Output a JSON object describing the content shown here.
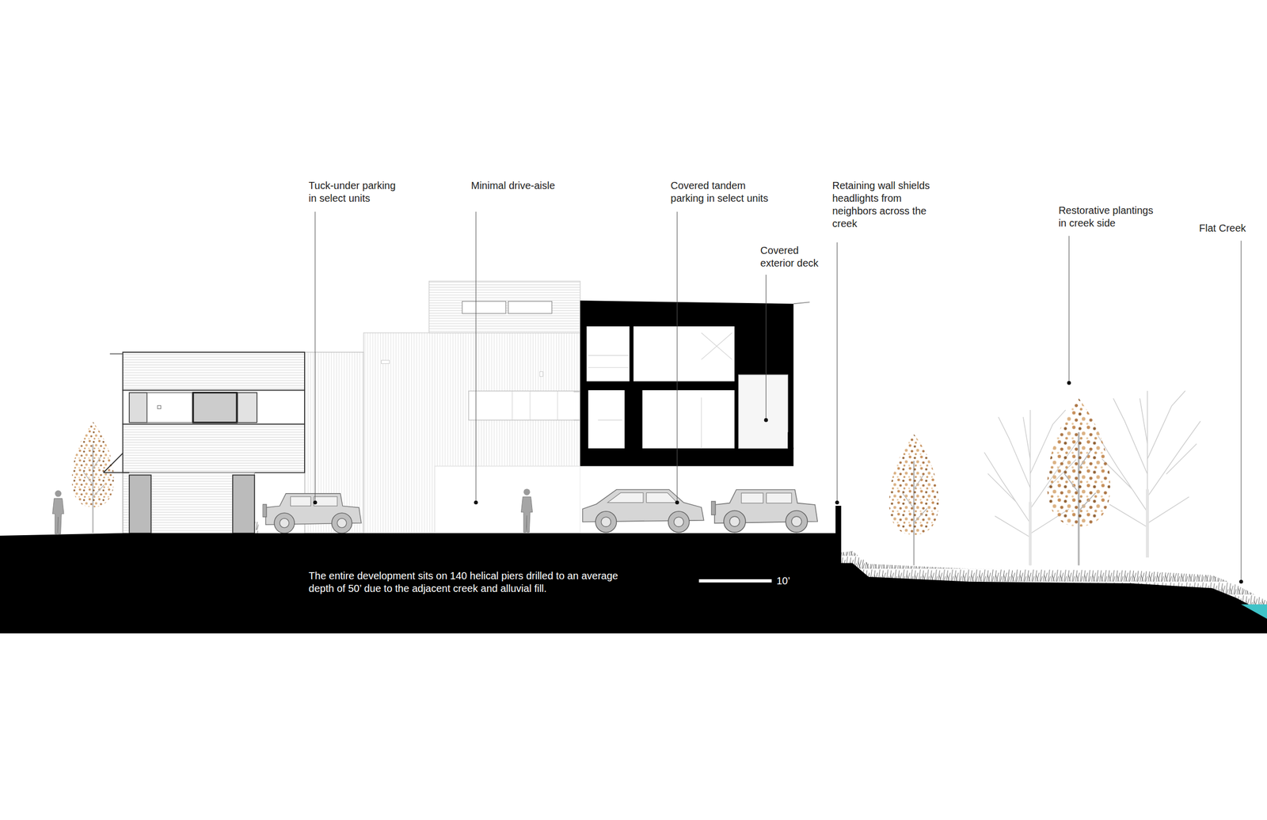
{
  "diagram": {
    "labels": [
      "Tuck-under parking in select units",
      "Minimal drive-aisle",
      "Covered tandem parking in select units",
      "Retaining wall shields headlights from neighbors across the creek",
      "Covered exterior deck",
      "Restorative plantings in creek side",
      "Flat Creek",
      "The entire development sits on 140 helical piers drilled to an average depth of 50’ due to the adjacent creek and alluvial fill.",
      "10’"
    ]
  }
}
